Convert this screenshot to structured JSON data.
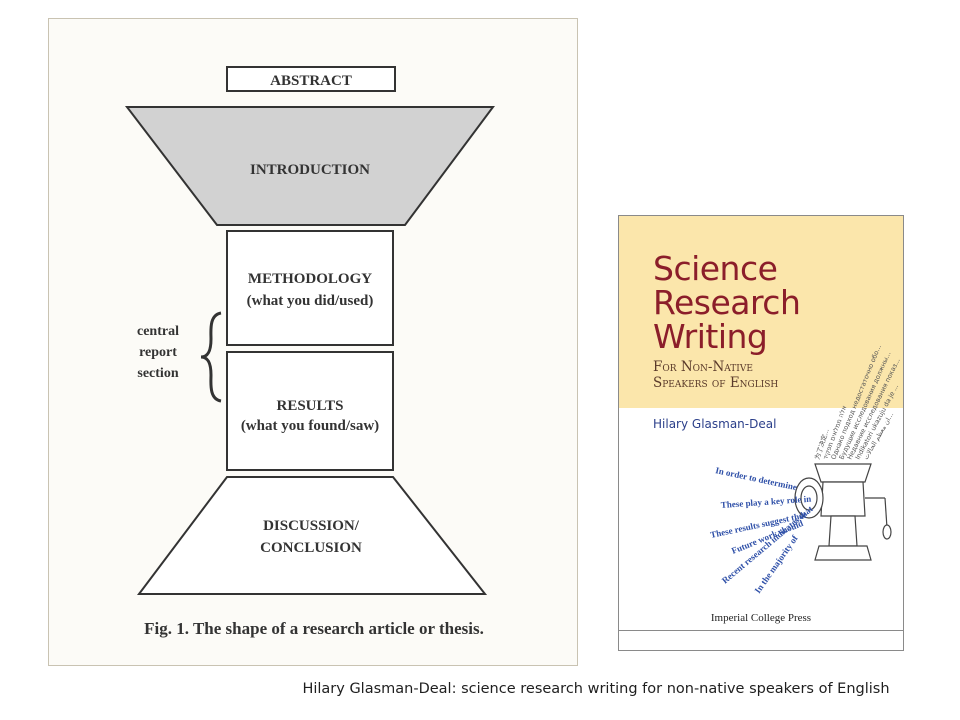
{
  "figure": {
    "abstract": "ABSTRACT",
    "introduction": "INTRODUCTION",
    "methodology": "METHODOLOGY",
    "methodology_sub": "(what you did/used)",
    "results": "RESULTS",
    "results_sub": "(what you found/saw)",
    "discussion_line1": "DISCUSSION/",
    "discussion_line2": "CONCLUSION",
    "side_label": [
      "central",
      "report",
      "section"
    ],
    "caption": "Fig. 1. The shape of a research article or thesis.",
    "colors": {
      "introduction_fill": "#d2d2d2",
      "outline": "#333333"
    }
  },
  "book": {
    "title_lines": [
      "Science",
      "Research",
      "Writing"
    ],
    "subtitle_lines": [
      "For Non-Native",
      "Speakers of English"
    ],
    "author": "Hilary Glasman-Deal",
    "publisher": "Imperial College Press",
    "phrases": [
      "In order to determine",
      "These play a key role in",
      "These results suggest that",
      "Future work should",
      "Recent research indicates that",
      "In the majority of"
    ],
    "script_lines": [
      "为了决定...",
      "אלה ממלאים תפקיד",
      "Однако подход недостаточно обо...",
      "Будущие исследования должны...",
      "Недавние исследования показ...",
      "Indikatori ukazuju da je ...",
      "ان معظم الحالات..."
    ],
    "colors": {
      "cover_top": "#fbe6ab",
      "title": "#8b1e2a",
      "author": "#2b3f8a",
      "phrases": "#2f50a8"
    }
  },
  "caption": "Hilary Glasman-Deal: science research writing for non-native speakers of English"
}
